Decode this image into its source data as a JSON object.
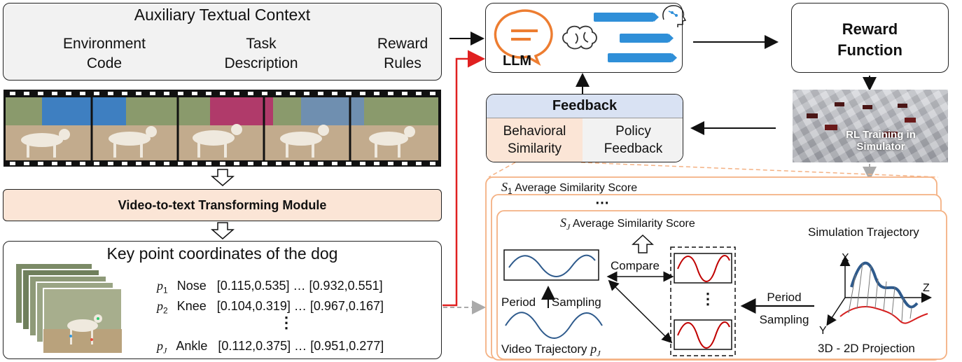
{
  "aux": {
    "title": "Auxiliary Textual Context",
    "items": [
      {
        "line1": "Environment",
        "line2": "Code",
        "icon": "code-window-icon"
      },
      {
        "line1": "Task",
        "line2": "Description",
        "icon": "document-edit-icon"
      },
      {
        "line1": "Reward",
        "line2": "Rules",
        "icon": "laptop-chat-icon"
      }
    ]
  },
  "video2text": {
    "label": "Video-to-text Transforming Module"
  },
  "keypoints": {
    "title": "Key point coordinates of the dog",
    "rows": [
      {
        "sym": "p",
        "sub": "1",
        "name": "Nose",
        "first": "[0.115,0.535]",
        "dots": "…",
        "last": "[0.932,0.551]"
      },
      {
        "sym": "p",
        "sub": "2",
        "name": "Knee",
        "first": "[0.104,0.319]",
        "dots": "…",
        "last": "[0.967,0.167]"
      },
      {
        "sym": "p",
        "sub": "J",
        "name": "Ankle",
        "first": "[0.112,0.375]",
        "dots": "…",
        "last": "[0.951,0.277]"
      }
    ],
    "vdots": "⋮"
  },
  "llm": {
    "label": "LLM"
  },
  "reward": {
    "line1": "Reward",
    "line2": "Function"
  },
  "rl": {
    "line1": "RL Training in",
    "line2": "Simulator"
  },
  "feedback": {
    "title": "Feedback",
    "left1": "Behavioral",
    "left2": "Similarity",
    "right1": "Policy",
    "right2": "Feedback"
  },
  "similarity": {
    "s1_sym": "S",
    "s1_sub": "1",
    "s1_label": "Average Similarity Score",
    "dots_h": "⋯",
    "sj_sym": "S",
    "sj_sub": "J",
    "sj_label": "Average Similarity Score",
    "compare": "Compare",
    "period1": "Period",
    "sampling1": "Sampling",
    "period2": "Period",
    "sampling2": "Sampling",
    "video_traj": "Video Trajectory",
    "video_sym": "p",
    "video_sub": "J",
    "sim_traj": "Simulation Trajectory",
    "proj": "3D - 2D Projection",
    "axis_x": "X",
    "axis_y": "Y",
    "axis_z": "Z",
    "vdots": "⋮"
  },
  "colors": {
    "peach": "#fbe5d6",
    "blue_header": "#d9e2f3",
    "orange_border": "#f4b183",
    "red_arrow": "#e02020",
    "wave_blue": "#2e5a8c",
    "wave_red": "#c00000"
  }
}
